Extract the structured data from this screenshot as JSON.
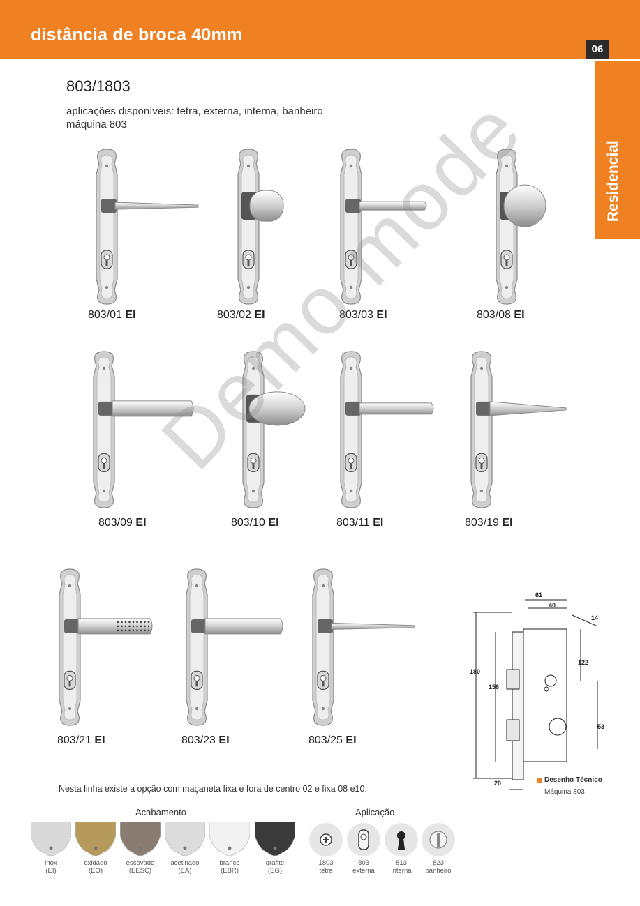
{
  "header": {
    "title": "distância de broca 40mm",
    "page_number": "06"
  },
  "side_tab": {
    "label": "Residencial"
  },
  "model": {
    "title": "803/1803",
    "applications_line1": "aplicações disponíveis: tetra, externa, interna, banheiro",
    "applications_line2": "máquina 803"
  },
  "watermark": "Demo mode",
  "products": [
    {
      "code": "803/01",
      "finish": "EI",
      "handle": "lever-thin"
    },
    {
      "code": "803/02",
      "finish": "EI",
      "handle": "knob-flat"
    },
    {
      "code": "803/03",
      "finish": "EI",
      "handle": "lever-short"
    },
    {
      "code": "803/08",
      "finish": "EI",
      "handle": "knob-round"
    },
    {
      "code": "803/09",
      "finish": "EI",
      "handle": "lever-curved"
    },
    {
      "code": "803/10",
      "finish": "EI",
      "handle": "knob-oval"
    },
    {
      "code": "803/11",
      "finish": "EI",
      "handle": "lever-flat"
    },
    {
      "code": "803/19",
      "finish": "EI",
      "handle": "lever-tapered"
    },
    {
      "code": "803/21",
      "finish": "EI",
      "handle": "lever-perforated"
    },
    {
      "code": "803/23",
      "finish": "EI",
      "handle": "lever-long"
    },
    {
      "code": "803/25",
      "finish": "EI",
      "handle": "lever-wire"
    }
  ],
  "note": "Nesta linha existe a opção com maçaneta fixa e fora de centro 02 e fixa 08 e10.",
  "finishes": {
    "title": "Acabamento",
    "items": [
      {
        "name": "inox",
        "code": "(EI)",
        "color": "#d9d9d9"
      },
      {
        "name": "oxidado",
        "code": "(EO)",
        "color": "#b59a5c"
      },
      {
        "name": "escovado",
        "code": "(EESC)",
        "color": "#8a7c70"
      },
      {
        "name": "acetinado",
        "code": "(EA)",
        "color": "#dcdcdc"
      },
      {
        "name": "branco",
        "code": "(EBR)",
        "color": "#f2f2f2"
      },
      {
        "name": "grafite",
        "code": "(EG)",
        "color": "#3a3a3a"
      }
    ]
  },
  "applications": {
    "title": "Aplicação",
    "items": [
      {
        "code": "1803",
        "name": "tetra",
        "icon": "tetra-key-icon"
      },
      {
        "code": "803",
        "name": "externa",
        "icon": "cylinder-icon"
      },
      {
        "code": "813",
        "name": "interna",
        "icon": "keyhole-icon"
      },
      {
        "code": "823",
        "name": "banheiro",
        "icon": "bathroom-latch-icon"
      }
    ]
  },
  "technical_drawing": {
    "title": "Desenho Técnico",
    "subtitle": "Máquina 803",
    "dimensions": [
      "61",
      "40",
      "14",
      "122",
      "180",
      "156",
      "53",
      "20"
    ]
  },
  "colors": {
    "accent": "#f08122",
    "dark": "#2b2b2b"
  }
}
